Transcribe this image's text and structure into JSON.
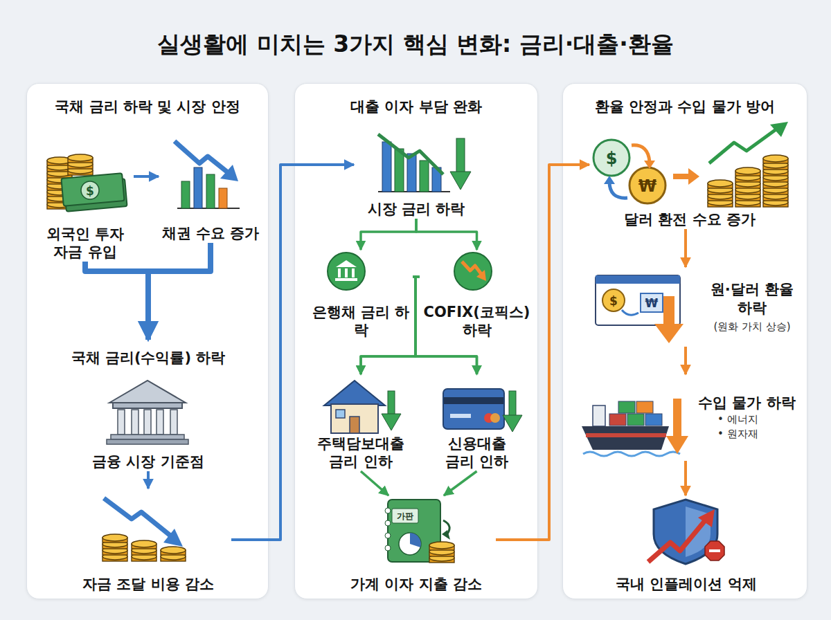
{
  "diagram": {
    "title": "실생활에 미치는 3가지 핵심 변화: 금리·대출·환율",
    "nodes": [
      {
        "text": [
          "국채 금리 하락 및 시장 안정"
        ]
      },
      {
        "text": [
          "외국인 투자 자금 유입"
        ],
        "in": 0
      },
      {
        "text": [
          "채권 수요 증가"
        ],
        "in": 0
      },
      {
        "text": [
          "국채 금리(수익률) 하락"
        ],
        "in": 0
      },
      {
        "text": [
          "금융 시장 기준점"
        ],
        "in": 0
      },
      {
        "text": [
          "자금 조달 비용 감소"
        ],
        "in": 0
      },
      {
        "text": [
          "대출 이자 부담 완화"
        ]
      },
      {
        "text": [
          "시장 금리 하락"
        ],
        "in": 6
      },
      {
        "text": [
          "은행채 금리 하락"
        ],
        "in": 6
      },
      {
        "text": [
          "COFIX(코픽스) 하락"
        ],
        "in": 6
      },
      {
        "text": [
          "주택담보대출 금리 인하"
        ],
        "in": 6
      },
      {
        "text": [
          "신용대출 금리 인하"
        ],
        "in": 6
      },
      {
        "text": [
          "가계 이자 지출 감소"
        ],
        "in": 6
      },
      {
        "text": [
          "환율 안정과 수입 물가 방어"
        ]
      },
      {
        "text": [
          "달러 환전 수요 증가"
        ],
        "in": 13
      },
      {
        "text": [
          "원·달러 환율 하락",
          "(원화 가치 상승)"
        ],
        "in": 13
      },
      {
        "text": [
          "수입 물가 하락",
          "• 에너지",
          "• 원자재"
        ],
        "in": 13
      },
      {
        "text": [
          "국내 인플레이션 억제"
        ],
        "in": 13
      }
    ],
    "edges": [
      {
        "from": 1,
        "to": 2,
        "arrow": "to"
      },
      {
        "from": 1,
        "to": 3,
        "arrow": "to"
      },
      {
        "from": 2,
        "to": 3,
        "arrow": "to"
      },
      {
        "from": 4,
        "to": 5,
        "arrow": "to"
      },
      {
        "from": 5,
        "to": 7,
        "arrow": "to"
      },
      {
        "from": 7,
        "to": 8,
        "arrow": "to"
      },
      {
        "from": 7,
        "to": 9,
        "arrow": "to"
      },
      {
        "from": 8,
        "to": 10,
        "arrow": "to"
      },
      {
        "from": 8,
        "to": 11,
        "arrow": "to"
      },
      {
        "from": 9,
        "to": 10,
        "arrow": "to"
      },
      {
        "from": 9,
        "to": 11,
        "arrow": "to"
      },
      {
        "from": 10,
        "to": 12,
        "arrow": "to"
      },
      {
        "from": 11,
        "to": 12,
        "arrow": "to"
      },
      {
        "from": 12,
        "to": 14,
        "arrow": "to"
      },
      {
        "from": 14,
        "to": 15,
        "arrow": "to"
      },
      {
        "from": 15,
        "to": 16,
        "arrow": "to"
      },
      {
        "from": 16,
        "to": 17,
        "arrow": "to"
      }
    ],
    "labels": [
      "$",
      "$",
      "₩",
      "$",
      "₩",
      "가판"
    ]
  }
}
